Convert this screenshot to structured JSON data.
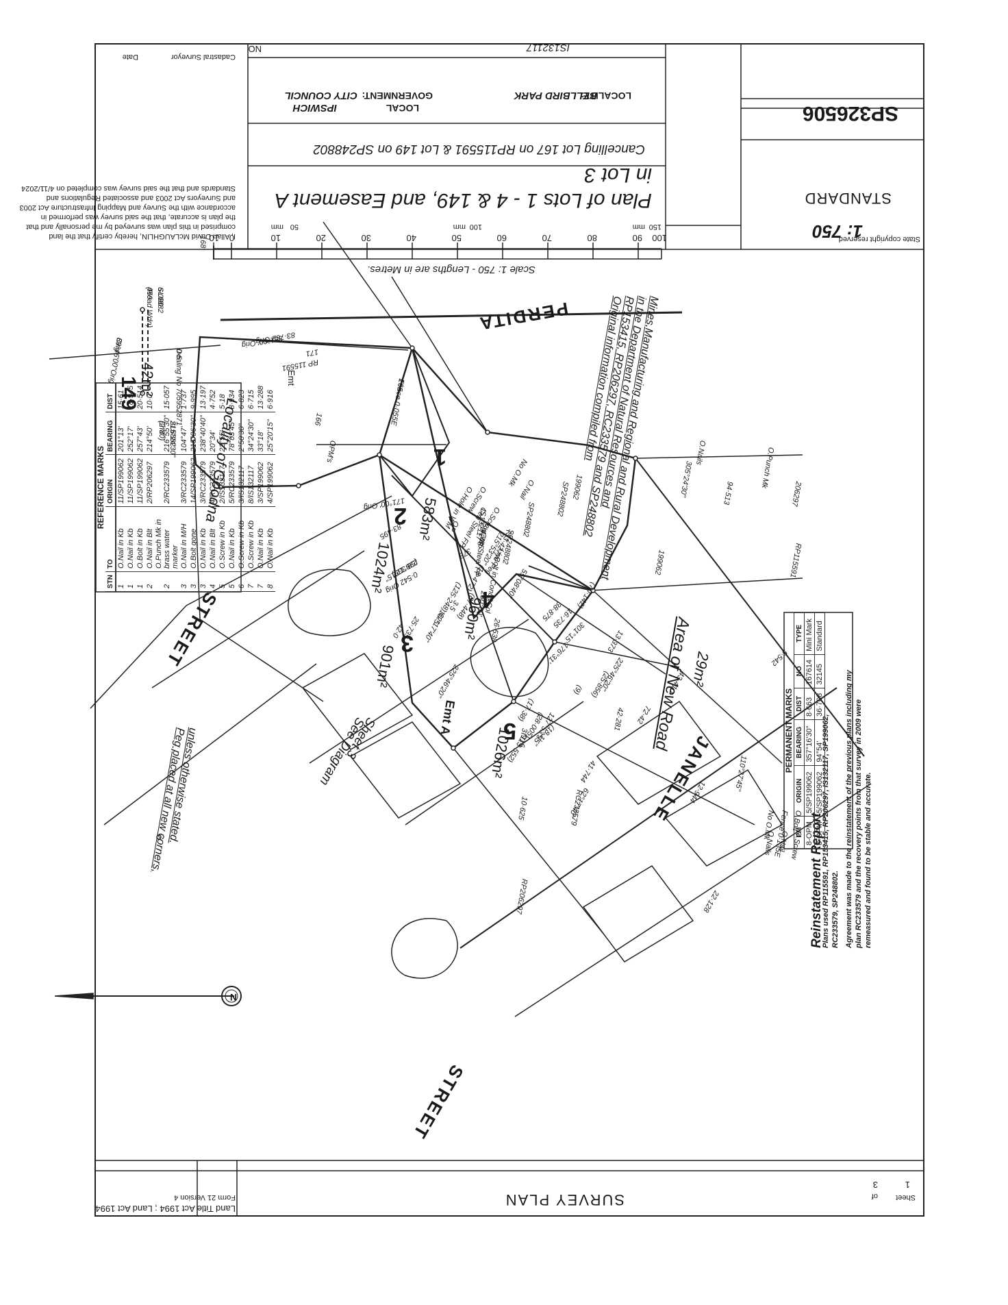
{
  "form": {
    "act": "Land Title Act 1994 ; Land Act 1994",
    "version": "Form 21 Version 4",
    "type": "SURVEY PLAN",
    "sheet_label": "Sheet",
    "sheet_no": "1",
    "of_label": "of",
    "sheet_total": "3"
  },
  "certificate": {
    "line1": "I, Allan David McLAUGHLIN, hereby certify that the land",
    "line2": "comprised in this plan was surveyed by me personally and that",
    "line3": "the plan is accurate, that the said survey was performed in",
    "line4": "accordance with the Survey and Mapping Infrastructure Act 2003",
    "line5": "and Surveyors Act 2003 and associated Regulations and",
    "line6": "Standards and that the said survey was completed on 4/11/2024",
    "surveyor_label": "Cadastral Surveyor",
    "date_label": "Date"
  },
  "title_block": {
    "plan_title_1": "Plan of Lots 1 - 4 & 149, and Easement A",
    "plan_title_2": "in Lot 3",
    "cancelling": "Cancelling Lot 167 on RP115591 & Lot 149 on SP248802",
    "local_gov_label": "LOCAL",
    "local_gov_label2": "GOVERNMENT:",
    "local_gov_value1": "IPSWICH",
    "local_gov_value2": "CITY COUNCIL",
    "locality_label": "LOCALITY:",
    "locality_value": "BELLBIRD PARK",
    "field_ref": "IS132117",
    "no_label": "NO",
    "scale": "1: 750",
    "standard": "STANDARD",
    "plan_no": "SP326506",
    "copyright": "State copyright reserved."
  },
  "scale_bar": {
    "ticks": [
      "10",
      "0",
      "10",
      "20",
      "30",
      "40",
      "50",
      "60",
      "70",
      "80",
      "90",
      "100"
    ],
    "mm_labels": [
      "150",
      "mm",
      "100",
      "mm",
      "50",
      "mm"
    ],
    "caption": "Scale 1: 750 - Lengths are in Metres."
  },
  "lots": [
    {
      "id": "1",
      "area": "583m²"
    },
    {
      "id": "2",
      "area": "1024m²"
    },
    {
      "id": "3",
      "area": "901m²"
    },
    {
      "id": "4",
      "area": "960m²"
    },
    {
      "id": "5",
      "area": "1026m²"
    },
    {
      "id": "149",
      "area": "42m²"
    }
  ],
  "roads": {
    "perdita": "PERDITA",
    "street1": "STREET",
    "janelle": "JANELLE",
    "street2": "STREET"
  },
  "notes": {
    "locality": "Locality of Goodna",
    "new_road": "Area of New Road",
    "new_road_area": "29m²",
    "original_info_1": "Original information compiled from",
    "original_info_2": "RP153415, RP206297, RC233579 and SP248802",
    "original_info_3": "in the Department of Natural Resources and",
    "original_info_4": "Mines,Manufacturing and Regional and Rural Development",
    "peg_note_1": "Peg placed at all new corners,",
    "peg_note_2": "unless otherwise stated.",
    "see_diagram": "See Diagram",
    "see_sheet": "Sheet 3",
    "emt": "Emt A",
    "emt_label": "Emt"
  },
  "labels": [
    "459",
    "SL6882",
    "Emt",
    "SL6882",
    "Dealing No 705952871",
    "89°46'00\"Orig",
    "165",
    "166",
    "168",
    "171",
    "RP 115591",
    "351°00' Orig",
    "83·782 Orig",
    "171°00' Orig",
    "83·495",
    "238°12'15\"",
    "0·542 Orig",
    "25·735",
    "(58·339)",
    "378",
    "215°53'20\" (18·472)",
    "(33·427)",
    "Line Peg",
    "26·538",
    "250°00'",
    "4·785",
    "(125·248) 62°17'40\"",
    "3·5",
    "10·5",
    "(87·448)",
    "Bolt in Conc&Col",
    "Cen Steel FP",
    "23·278",
    "55°08'40\"",
    "38·875",
    "16·735",
    "301°15'",
    "(18·1)",
    "(9)",
    "176°31'",
    "3·916",
    "(25·856)",
    "13·373",
    "225°46'20\"",
    "(70·142)",
    "42·0",
    "225°46'20\"",
    "(113·552)",
    "(17·38)",
    "(28·005)",
    "127°53'55\"",
    "RC233579",
    "10·625",
    "41·744",
    "62°17'40\"",
    "42·281",
    "43·410",
    "5·542",
    "110°27'45\"",
    "12·944",
    "22·128",
    "72·42",
    "RP206297",
    "IS132117",
    "SP248802",
    "SP248802",
    "SP248802",
    "199062",
    "199062",
    "RP115591",
    "206297",
    "94·513",
    "305°24'30\"",
    "O.Punch Mk",
    "O.Nails",
    "O.Bolt",
    "Fence 0·135E",
    "No O.Mk",
    "O.Screw",
    "O.Nail",
    "O.Nails",
    "OP",
    "Cen Steel FP",
    "O.Screw",
    "O.Hole in WM",
    "O.Screw",
    "No O.Mk",
    "O.Nail",
    "OPM's",
    "(Road Wdn)",
    "6·080",
    "(2·80)",
    "215°24'30\"",
    "0·5",
    "Orig",
    "Fence 0·055E"
  ],
  "reference_marks": {
    "title": "REFERENCE MARKS",
    "headers": [
      "STN",
      "TO",
      "ORIGIN",
      "BEARING",
      "DIST"
    ],
    "rows": [
      [
        "1",
        "O.Nail in Kb",
        "11/SP199062",
        "201°13'",
        "15·61"
      ],
      [
        "1",
        "O.Nail in Kb",
        "11/SP199062",
        "252°17'",
        "18·945"
      ],
      [
        "1",
        "O.Bolt in Kb",
        "11/SP199062",
        "257°43'",
        "20·514"
      ],
      [
        "2",
        "O.Nail in Blt",
        "2/RP206297",
        "214°50'",
        "10·0"
      ],
      [
        "2",
        "O.Punch Mk in brass water marker",
        "2/RC233579",
        "216°55'30\"",
        "15·057"
      ],
      [
        "3",
        "O.Nail in M/H",
        "3/RC233579",
        "104°47'",
        "1·737"
      ],
      [
        "3",
        "O.Bolt gone",
        "14/SP199062",
        "215°06'30\"",
        "9·995"
      ],
      [
        "3",
        "O.Nail in Kb",
        "3/RC233579",
        "238°40'40\"",
        "13·197"
      ],
      [
        "4",
        "O.Nail in Blt",
        "4/RC233579",
        "20°34'",
        "4·752"
      ],
      [
        "5",
        "O.Screw in Kb",
        "2/IS132117",
        "22°55'",
        "5·18"
      ],
      [
        "5",
        "O.Nail in Kb",
        "5/RC233579",
        "78°03'45\"",
        "8·934"
      ],
      [
        "6",
        "O.Screw in Kb",
        "3/IS132117",
        "2°58'30\"",
        "6·823"
      ],
      [
        "7",
        "O.Screw in Kb",
        "8/IS132117",
        "34°24'30\"",
        "6·715"
      ],
      [
        "7",
        "O.Nail in Kb",
        "3/SP199062",
        "33°18'",
        "13·288"
      ],
      [
        "8",
        "O.Nail in Kb",
        "4/SP199062",
        "25°20'15\"",
        "6·916"
      ]
    ]
  },
  "permanent_marks": {
    "title": "PERMANENT MARKS",
    "headers": [
      "PM",
      "ORIGIN",
      "BEARING",
      "DIST",
      "NO",
      "TYPE"
    ],
    "rows": [
      [
        "8-OPM",
        "5/SP199062",
        "357°16'30\"",
        "8·663",
        "167614",
        "Mini Mark"
      ],
      [
        "8-OPM",
        "5/SP199062",
        "94°54'",
        "36·708",
        "32145",
        "Standard"
      ]
    ]
  },
  "reinstatement": {
    "title": "Reinstatement Report",
    "line1": "Plans used RP115591, RP153415, RP206297, IS132117, SP199062,",
    "line2": "RC233579, SP248802.",
    "line3": "Agreement was made to the reinstatement of the previous plans including my",
    "line4": "plan RC233579 and the recovery points from that survey in 2009 were",
    "line5": "remeasured and found to be stable and accurate."
  },
  "north_arrow": "N"
}
